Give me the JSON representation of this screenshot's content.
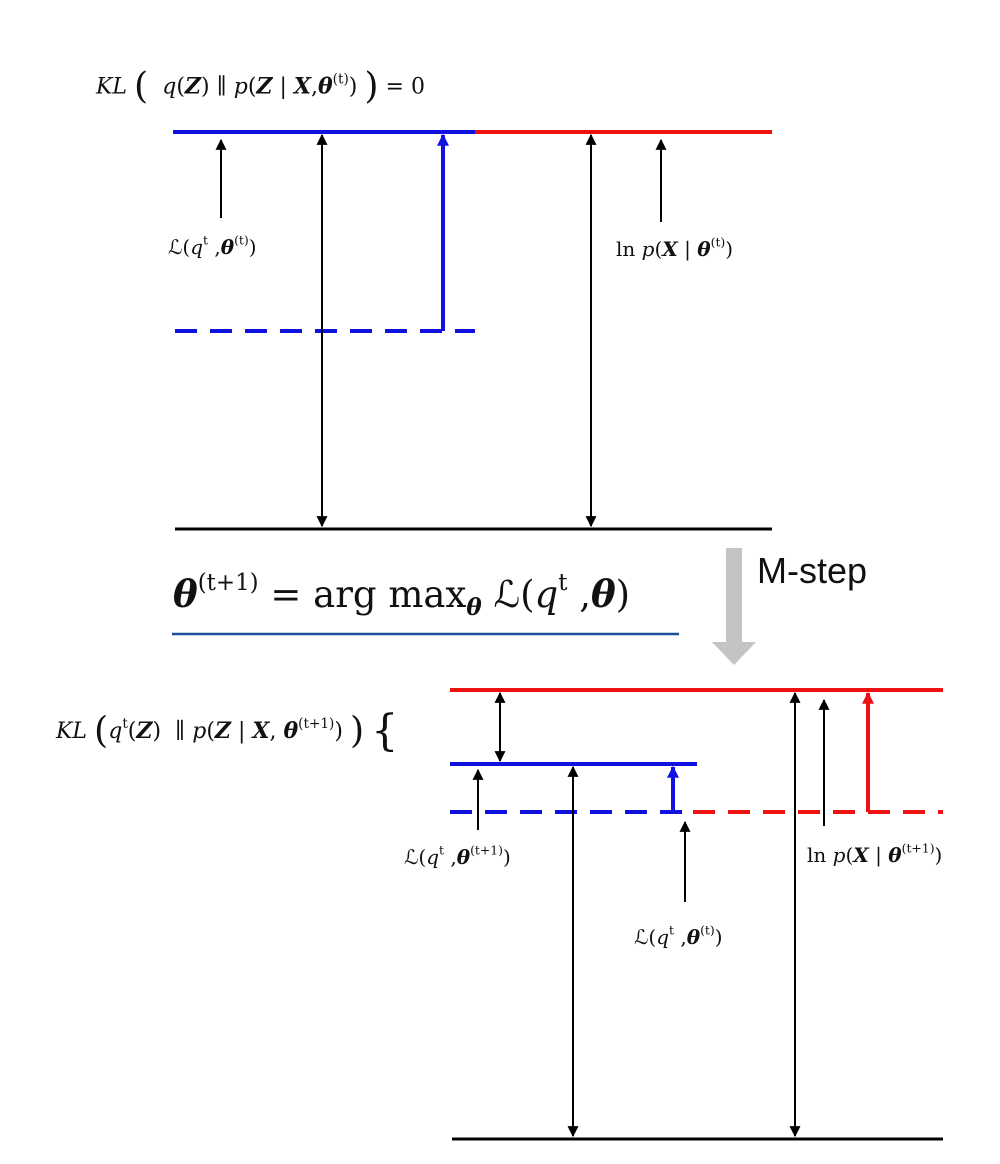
{
  "kl_top": {
    "name": "KL",
    "lparen": "(",
    "q": "q",
    "q_arg": "(",
    "Z": "Z",
    "q_close": ")",
    "parallel": "∥",
    "p": "p",
    "p_open": "(",
    "Z2": "Z",
    "given": "|",
    "X": "X",
    "comma": ",",
    "theta": "θ",
    "sup": "(t)",
    "p_close": ")",
    "rparen": ")",
    "eq": "= 0"
  },
  "lower_bound_t": {
    "L": "ℒ",
    "open": "(",
    "q": "q",
    "q_sup": "t",
    "comma": " ,",
    "theta": "θ",
    "sup": "(t)",
    "close": ")"
  },
  "loglik_t": {
    "ln": "ln",
    "p": "p",
    "open": "(",
    "X": "X",
    "given": "|",
    "theta": "θ",
    "sup": "(t)",
    "close": ")"
  },
  "mstep": {
    "label": "M-step",
    "theta": "θ",
    "sup": "(t+1)",
    "eq": " = arg max",
    "sub_theta": "θ",
    "L": "ℒ",
    "open": "(",
    "q": "q",
    "q_sup": "t",
    "comma": " ,",
    "theta2": "θ",
    "close": ")"
  },
  "kl_bottom": {
    "name": "KL",
    "lparen": "(",
    "q": "q",
    "q_sup": "t",
    "q_arg": "(",
    "Z": "Z",
    "q_close": ")",
    "parallel": "∥",
    "p": "p",
    "p_open": "(",
    "Z2": "Z",
    "given": "|",
    "X": "X",
    "comma": ",",
    "theta": "θ",
    "sup": "(t+1)",
    "p_close": ")",
    "rparen": ")",
    "brace": "{"
  },
  "lower_bound_t1": {
    "L": "ℒ",
    "open": "(",
    "q": "q",
    "q_sup": "t",
    "comma": " ,",
    "theta": "θ",
    "sup": "(t+1)",
    "close": ")"
  },
  "lower_bound_t_old": {
    "L": "ℒ",
    "open": "(",
    "q": "q",
    "q_sup": "t",
    "comma": " ,",
    "theta": "θ",
    "sup": "(t)",
    "close": ")"
  },
  "loglik_t1": {
    "ln": "ln",
    "p": "p",
    "open": "(",
    "X": "X",
    "given": "|",
    "theta": "θ",
    "sup": "(t+1)",
    "close": ")"
  },
  "colors": {
    "blue": "#1010e0",
    "red": "#ee1111",
    "black": "#000000",
    "arrow_gray": "#c4c4c4",
    "underline": "#1b4e9b"
  }
}
